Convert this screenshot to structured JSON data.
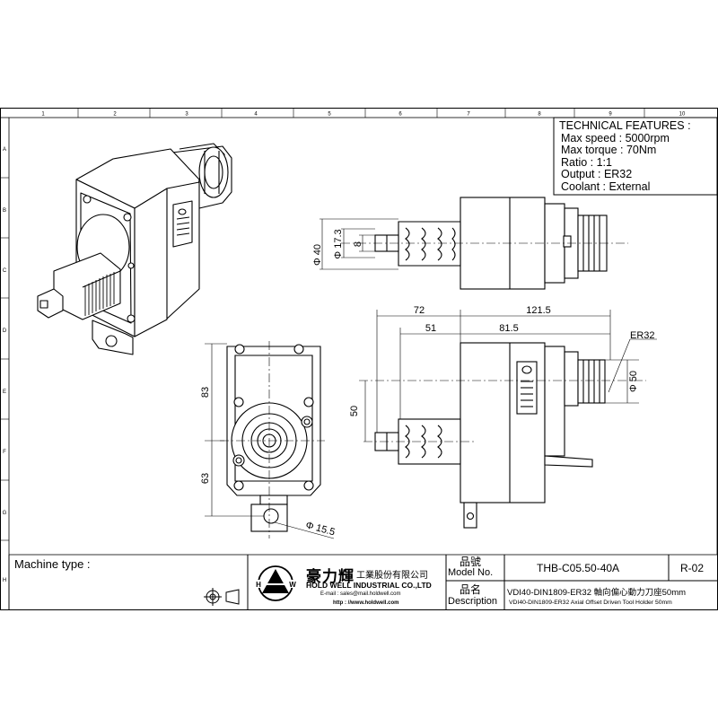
{
  "border": {
    "columns": [
      "1",
      "2",
      "3",
      "4",
      "5",
      "6",
      "7",
      "8",
      "9",
      "10"
    ],
    "rows": [
      "A",
      "B",
      "C",
      "D",
      "E",
      "F",
      "G",
      "H"
    ]
  },
  "technical_features": {
    "title": "TECHNICAL FEATURES :",
    "lines": [
      "Max speed : 5000rpm",
      "Max torque : 70Nm",
      "Ratio : 1:1",
      "Output : ER32",
      "Coolant : External"
    ]
  },
  "dimensions": {
    "d40": "Φ 40",
    "d17_3": "Φ 17.3",
    "w8": "8",
    "h72": "72",
    "h121_5": "121.5",
    "h51": "51",
    "h81_5": "81.5",
    "er32": "ER32",
    "d50_right": "Φ 50",
    "v50": "50",
    "v83": "83",
    "v63": "63",
    "d15_5": "Φ 15.5"
  },
  "title_block": {
    "machine_type_label": "Machine type :",
    "company_cn": "豪力輝",
    "company_cn_suffix": "工業股份有限公司",
    "company_en": "HOLD WELL INDUSTRIAL CO.,LTD",
    "email_line": "E-mail : sales@mail.holdwell.com",
    "web_line": "http : //www.holdwell.com",
    "model_no_cn": "品號",
    "model_no_en": "Model No.",
    "model_no_value": "THB-C05.50-40A",
    "revision": "R-02",
    "desc_cn": "品名",
    "desc_en": "Description",
    "desc_value_cn": "VDI40-DIN1809-ER32 軸向偏心動力刀座50mm",
    "desc_value_en": "VDI40-DIN1809-ER32 Axial Offset Driven Tool Holder 50mm"
  }
}
